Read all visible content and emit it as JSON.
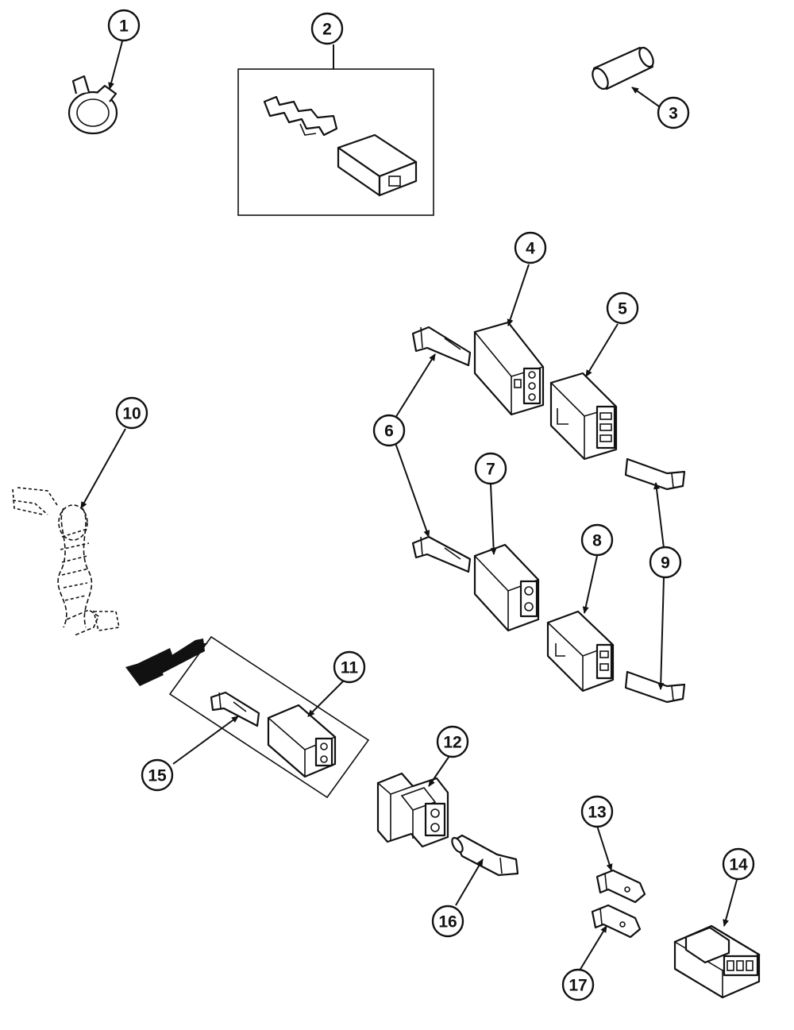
{
  "callouts": [
    {
      "key": "c1",
      "number": "1"
    },
    {
      "key": "c2",
      "number": "2"
    },
    {
      "key": "c3",
      "number": "3"
    },
    {
      "key": "c4",
      "number": "4"
    },
    {
      "key": "c5",
      "number": "5"
    },
    {
      "key": "c6",
      "number": "6"
    },
    {
      "key": "c7",
      "number": "7"
    },
    {
      "key": "c8",
      "number": "8"
    },
    {
      "key": "c9",
      "number": "9"
    },
    {
      "key": "c10",
      "number": "10"
    },
    {
      "key": "c11",
      "number": "11"
    },
    {
      "key": "c12",
      "number": "12"
    },
    {
      "key": "c13",
      "number": "13"
    },
    {
      "key": "c14",
      "number": "14"
    },
    {
      "key": "c15",
      "number": "15"
    },
    {
      "key": "c16",
      "number": "16"
    },
    {
      "key": "c17",
      "number": "17"
    }
  ]
}
